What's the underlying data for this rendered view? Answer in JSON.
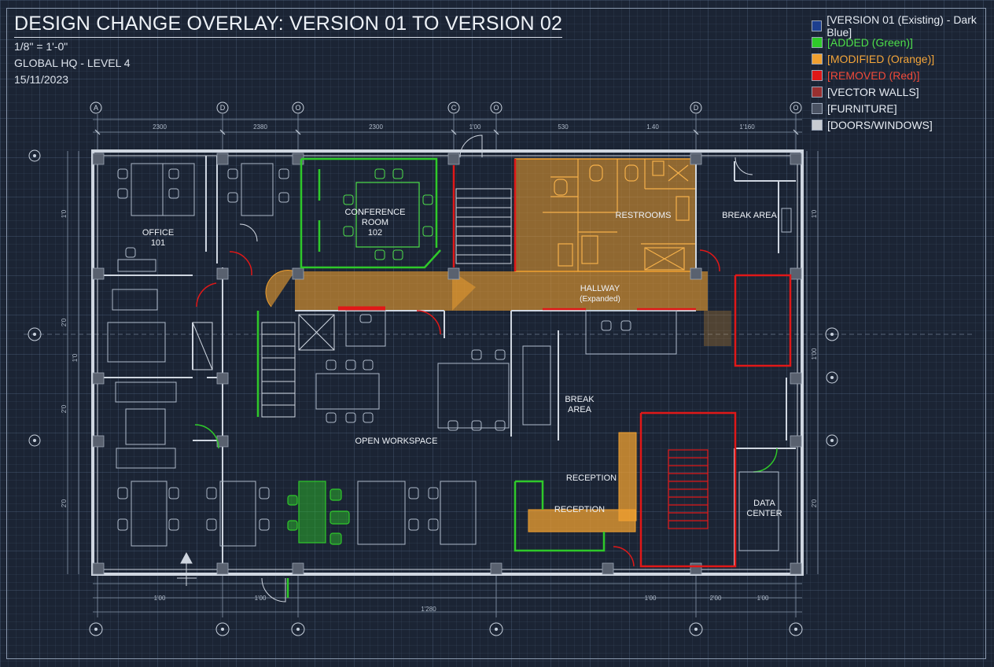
{
  "header": {
    "title": "DESIGN CHANGE OVERLAY: VERSION 01 TO VERSION 02",
    "scale": "1/8\" = 1'-0\"",
    "project": "GLOBAL HQ - LEVEL 4",
    "date": "15/11/2023"
  },
  "legend": [
    {
      "label": "[VERSION 01 (Existing) - Dark Blue]",
      "color": "#1d3f8f",
      "text_color": "#e6ebf2"
    },
    {
      "label": "[ADDED (Green)]",
      "color": "#2fc92a",
      "text_color": "#4ee04a"
    },
    {
      "label": "[MODIFIED (Orange)]",
      "color": "#f0a030",
      "text_color": "#f3a53a"
    },
    {
      "label": "[REMOVED (Red)]",
      "color": "#e01818",
      "text_color": "#f04a3a"
    },
    {
      "label": "[VECTOR WALLS]",
      "color": "#9a3030",
      "text_color": "#e6ebf2"
    },
    {
      "label": "[FURNITURE]",
      "color": "#4a5262",
      "text_color": "#e6ebf2"
    },
    {
      "label": "[DOORS/WINDOWS]",
      "color": "#c8ccd2",
      "text_color": "#e6ebf2"
    }
  ],
  "rooms": {
    "office": "OFFICE",
    "office_no": "101",
    "conference": "CONFERENCE",
    "conference_2": "ROOM",
    "conference_no": "102",
    "restrooms": "RESTROOMS",
    "break_area_top": "BREAK AREA",
    "hallway": "HALLWAY",
    "hallway_note": "(Expanded)",
    "break_area": "BREAK",
    "break_area_2": "AREA",
    "open_workspace": "OPEN WORKSPACE",
    "reception_a": "RECEPTION",
    "reception_b": "RECEPTION",
    "data_center": "DATA",
    "data_center_2": "CENTER"
  },
  "grid_tags": {
    "top": [
      "A",
      "D",
      "O",
      "C",
      "O",
      "D",
      "O"
    ]
  },
  "dimensions": {
    "top": [
      "2300",
      "2380",
      "2300",
      "1'00",
      "530",
      "1.40",
      "1'160"
    ],
    "bottom": [
      "1'00",
      "1'00",
      "1'00",
      "2'00",
      "1'00"
    ],
    "overall": "1'280",
    "left": [
      "1'0",
      "2'0",
      "1'0",
      "2'0",
      "2'0"
    ],
    "right": [
      "1'0",
      "1'00",
      "2'0"
    ]
  },
  "colors": {
    "wall": "#cfd6e0",
    "added": "#2fc92a",
    "modified": "#f0a030",
    "removed": "#e01818",
    "furniture": "#5a6476"
  }
}
